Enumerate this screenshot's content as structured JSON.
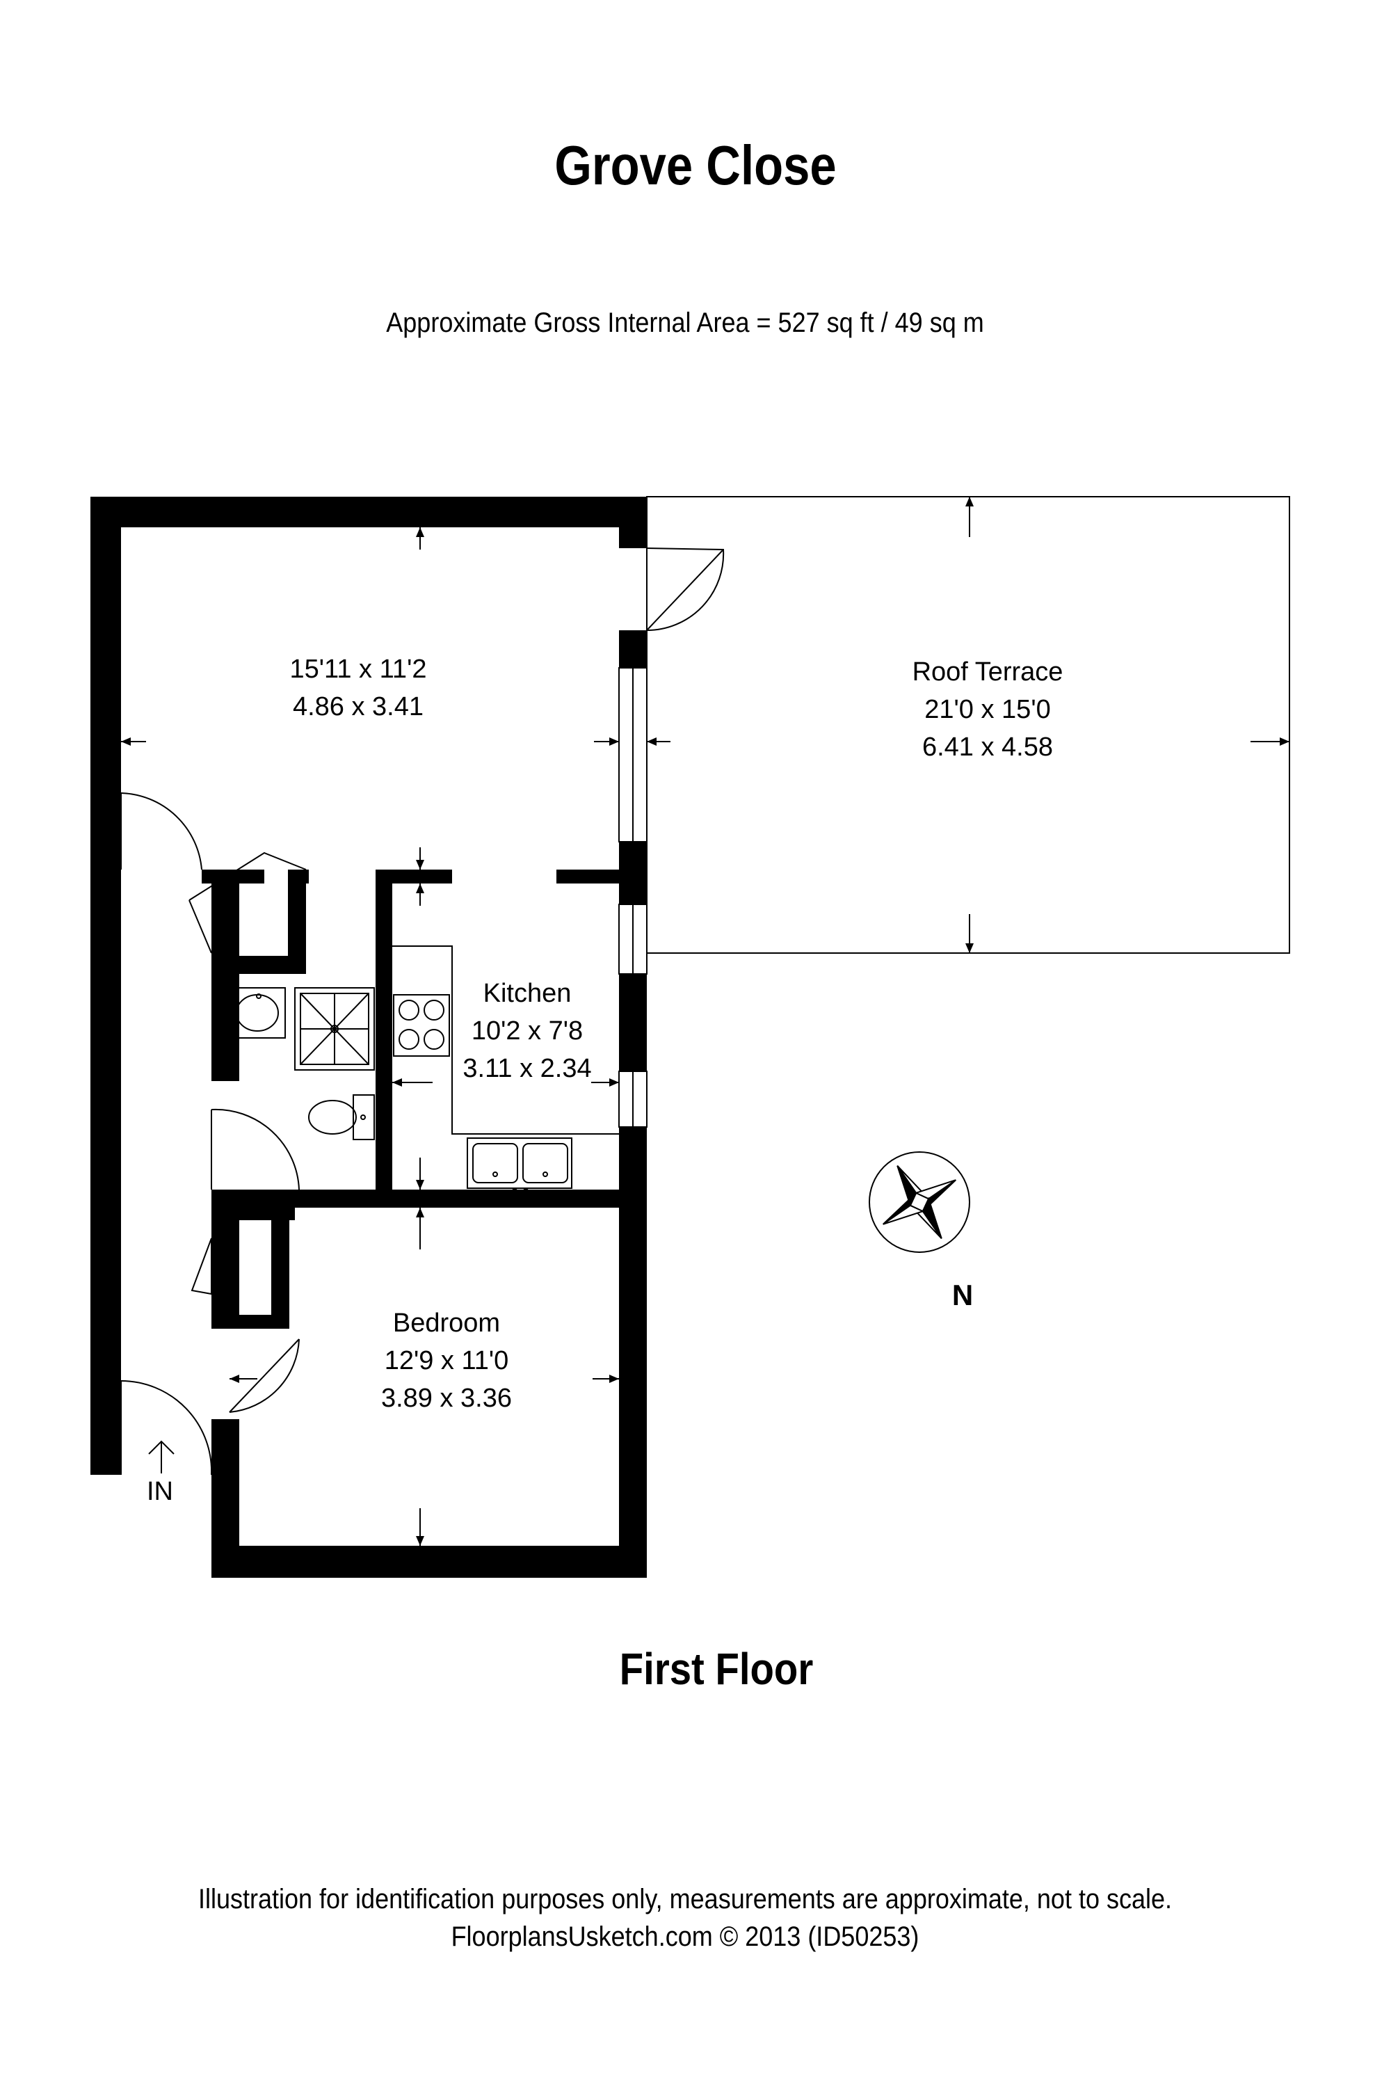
{
  "title": "Grove Close",
  "subtitle": "Approximate Gross Internal Area = 527 sq ft / 49 sq m",
  "floor_label": "First Floor",
  "rooms": {
    "reception": {
      "imperial": "15'11 x 11'2",
      "metric": "4.86 x 3.41"
    },
    "roof_terrace": {
      "name": "Roof Terrace",
      "imperial": "21'0 x 15'0",
      "metric": "6.41 x 4.58"
    },
    "kitchen": {
      "name": "Kitchen",
      "imperial": "10'2 x 7'8",
      "metric": "3.11 x 2.34"
    },
    "bedroom": {
      "name": "Bedroom",
      "imperial": "12'9 x 11'0",
      "metric": "3.89 x 3.36"
    }
  },
  "entrance_label": "IN",
  "compass_label": "N",
  "footer": {
    "disclaimer": "Illustration for identification purposes only, measurements are approximate, not to scale.",
    "credit": "FloorplansUsketch.com © 2013 (ID50253)"
  }
}
